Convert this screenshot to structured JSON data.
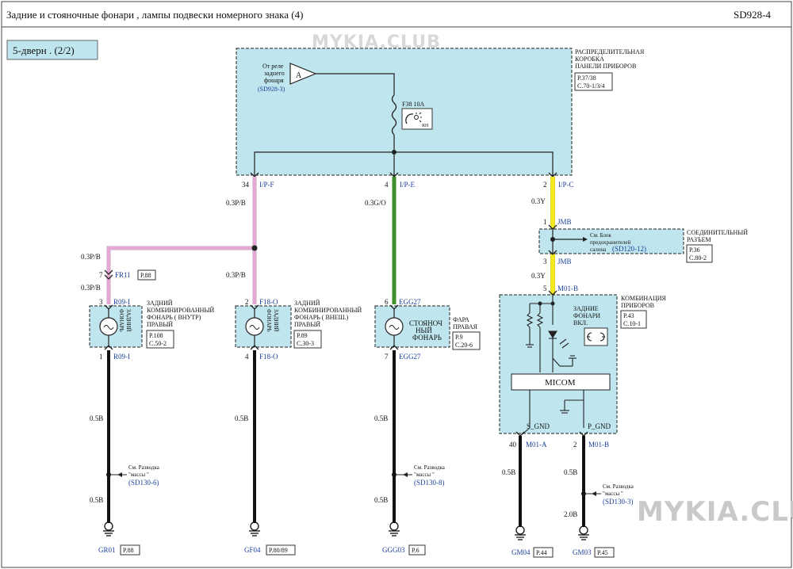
{
  "header": {
    "title": "Задние  и стояночные  фонари , лампы подвески  номерного  знака (4)",
    "code": "SD928-4"
  },
  "variant": "5-дверн . (2/2)",
  "watermark": "MYKIA.CLUB",
  "ipb": {
    "title_l1": "РАСПРЕДЕЛИТЕЛЬНАЯ",
    "title_l2": "КОРОБКА",
    "title_l3": "ПАНЕЛИ ПРИБОРОВ",
    "ref1": "P.37/38",
    "ref2": "C.70-1/3/4",
    "relay_l1": "От реле",
    "relay_l2": "заднего",
    "relay_l3": "фонаря",
    "relay_ref": "(SD928-3)",
    "relay_tag": "A",
    "fuse_label": "F38 10A",
    "fuse_tag": "RH"
  },
  "jmb": {
    "title_l1": "СОЕДИНИТЕЛЬНЫЙ",
    "title_l2": "РАЗЪЕМ",
    "ref1": "P.36",
    "ref2": "C.80-2",
    "note_l1": "См. Блок",
    "note_l2": "предохранителей",
    "note_l3": "салона",
    "note_ref": "(SD120-12)"
  },
  "cluster": {
    "title_l1": "КОМБИНАЦИЯ",
    "title_l2": "ПРИБОРОВ",
    "ref1": "P.43",
    "ref2": "C.10-1",
    "ind_l1": "ЗАДНИЕ",
    "ind_l2": "ФОНАРИ",
    "ind_l3": "ВКЛ.",
    "micom": "MICOM"
  },
  "pins": {
    "p34": "34",
    "ipf": "I/P-F",
    "p4a": "4",
    "ipe": "I/P-E",
    "p2a": "2",
    "ipc": "I/P-C",
    "p1": "1",
    "jmb1": "JMB",
    "p3": "3",
    "jmb2": "JMB",
    "p5": "5",
    "m01b_top": "M01-B",
    "p7": "7",
    "fr11": "FR11",
    "fr11_ref": "P.88",
    "p3b": "3",
    "r09i_top": "R09-I",
    "p1b": "1",
    "r09i_bot": "R09-I",
    "p2b": "2",
    "f18o_top": "F18-O",
    "p4b": "4",
    "f18o_bot": "F18-O",
    "p6": "6",
    "egg_top": "EGG27",
    "p7b": "7",
    "egg_bot": "EGG27",
    "sgnd": "S_GND",
    "pgnd": "P_GND",
    "p40": "40",
    "m01a": "M01-A",
    "p2c": "2",
    "m01b_bot": "M01-B"
  },
  "wires": {
    "w_ipf": "0.3P/B",
    "w_ipe": "0.3G/O",
    "w_ipc": "0.3Y",
    "w_jmb": "0.3Y",
    "w_fr_top": "0.3P/B",
    "w_fr_bot": "0.3P/B",
    "w_f18": "0.3P/B",
    "w_gr_top": "0.5B",
    "w_gr_bot": "0.5B",
    "w_gf": "0.5B",
    "w_ggg_top": "0.5B",
    "w_ggg_bot": "0.5B",
    "w_gm04": "0.5B",
    "w_gm03_top": "0.5B",
    "w_gm03_bot": "2.0B"
  },
  "lamps": {
    "l1_l1": "ЗАДНИЙ",
    "l1_l2": "КОМБИНИРОВАННЫЙ",
    "l1_l3": "ФОНАРЬ ( ВНУТР)",
    "l1_l4": "ПРАВЫЙ",
    "l1_ref1": "P.108",
    "l1_ref2": "C.50-2",
    "l1_inner1": "ЗАДНИЙ",
    "l1_inner2": "ФОНАРЬ",
    "l2_l1": "ЗАДНИЙ",
    "l2_l2": "КОМБИНИРОВАННЫЙ",
    "l2_l3": "ФОНАРЬ ( ВНЕШ.)",
    "l2_l4": "ПРАВЫЙ",
    "l2_ref1": "P.89",
    "l2_ref2": "C.30-3",
    "l2_inner1": "ЗАДНИЙ",
    "l2_inner2": "ФОНАРЬ",
    "l3_l1": "ФАРА",
    "l3_l2": "ПРАВАЯ",
    "l3_ref1": "P.9",
    "l3_ref2": "C.20-6",
    "l3_inner1": "СТОЯНОЧ",
    "l3_inner2": "НЫЙ",
    "l3_inner3": "ФОНАРЬ"
  },
  "ground_notes": {
    "g1_l1": "См. Разводка",
    "g1_l2": "\"массы \"",
    "g1_ref": "(SD130-6)",
    "g2_l1": "См. Разводка",
    "g2_l2": "\"массы \"",
    "g2_ref": "(SD130-8)",
    "g3_l1": "См. Разводка",
    "g3_l2": "\"массы \"",
    "g3_ref": "(SD130-3)"
  },
  "grounds": {
    "gr01": "GR01",
    "gr01_ref": "P.88",
    "gf04": "GF04",
    "gf04_ref": "P.80/89",
    "ggg03": "GGG03",
    "ggg03_ref": "P.6",
    "gm04": "GM04",
    "gm04_ref": "P.44",
    "gm03": "GM03",
    "gm03_ref": "P.45"
  },
  "colors": {
    "box_fill": "#bfe6ee",
    "pink": "#e6a6d6",
    "green": "#3f8f2f",
    "yellow": "#f4ea1d",
    "blue_text": "#1a3f9a"
  }
}
